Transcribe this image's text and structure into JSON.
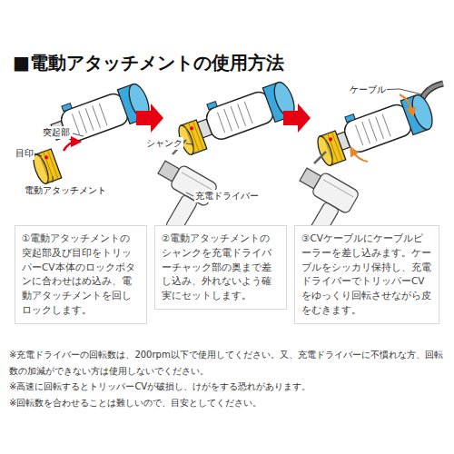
{
  "diagram": {
    "title": "■電動アタッチメントの使用方法",
    "nodes": [
      {
        "text": [
          "①電動アタッチメントの突起部及び目印をトリッパーCV本体のロックボタンに合わせはめ込み、電動アタッチメントを回しロックします。"
        ]
      },
      {
        "text": [
          "②電動アタッチメントのシャンクを充電ドライバーチャック部の奥まで差し込み、外れないよう確実にセットします。"
        ]
      },
      {
        "text": [
          "③CVケーブルにケーブルピーラーを差し込みます。ケーブルをシッカリ保持し、充電ドライバーでトリッパーCVをゆっくり回転させながら皮をむきます。"
        ]
      }
    ],
    "labels": [
      "突起部",
      "目印",
      "電動アタッチメント",
      "シャンク",
      "充電ドライバー",
      "ケーブル",
      "※充電ドライバーの回転数は、200rpm以下で使用してください。又、充電ドライバーに不慣れな方、回転数の加減ができない方は使用しないでください。",
      "※高速に回転するとトリッパーCVが破損し、けがをする恐れがあります。",
      "※回転数を合わせることは難しいので、目安としてください。"
    ]
  }
}
